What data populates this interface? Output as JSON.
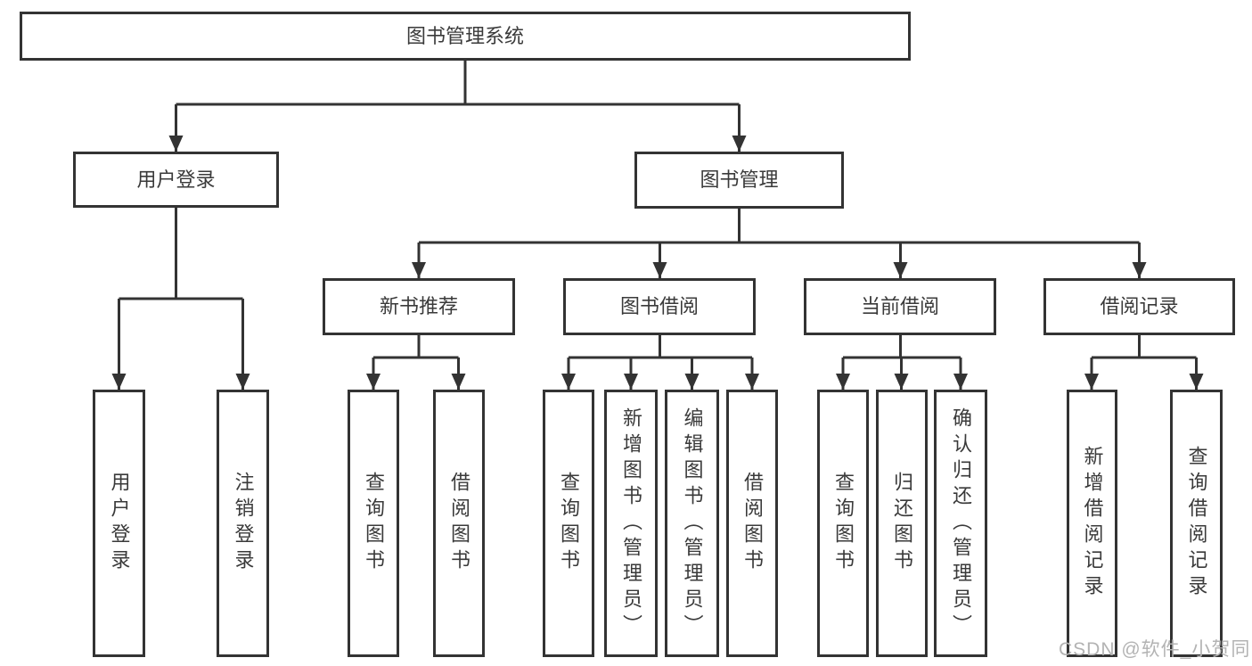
{
  "tree": {
    "label": "图书管理系统",
    "children": [
      {
        "label": "用户登录",
        "children": [
          {
            "label": "用户登录"
          },
          {
            "label": "注销登录"
          }
        ]
      },
      {
        "label": "图书管理",
        "children": [
          {
            "label": "新书推荐",
            "children": [
              {
                "label": "查询图书"
              },
              {
                "label": "借阅图书"
              }
            ]
          },
          {
            "label": "图书借阅",
            "children": [
              {
                "label": "查询图书"
              },
              {
                "label": "新增图书（管理员）"
              },
              {
                "label": "编辑图书（管理员）"
              },
              {
                "label": "借阅图书"
              }
            ]
          },
          {
            "label": "当前借阅",
            "children": [
              {
                "label": "查询图书"
              },
              {
                "label": "归还图书"
              },
              {
                "label": "确认归还（管理员）"
              }
            ]
          },
          {
            "label": "借阅记录",
            "children": [
              {
                "label": "新增借阅记录"
              },
              {
                "label": "查询借阅记录"
              }
            ]
          }
        ]
      }
    ]
  },
  "watermark": "CSDN @软件_小贺同学",
  "colors": {
    "line": "#333333",
    "box_border": "#333333",
    "text": "#3a3a3a",
    "background": "#ffffff",
    "watermark": "#b3b3b3"
  }
}
